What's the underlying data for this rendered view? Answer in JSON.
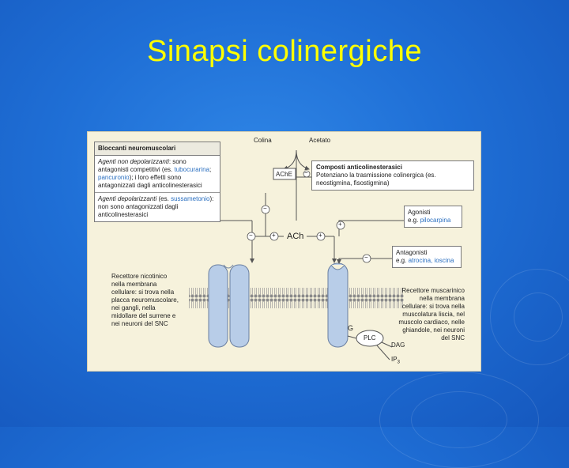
{
  "title": "Sinapsi colinergiche",
  "diagram": {
    "blockers": {
      "header": "Bloccanti neuromuscolari",
      "nondepol": {
        "prefix": "Agenti non depolarizzanti",
        "text1": ": sono antagonisti competitivi (es.",
        "drug1": "tubocurarina",
        "sep": ";",
        "drug2": "pancuronio",
        "text2": "); i loro effetti sono antagonizzati dagli anticolinesterasici"
      },
      "depol": {
        "prefix": "Agenti depolarizzanti",
        "text1": " (es.",
        "drug": "sussametonio",
        "text2": "): non sono antagonizzati dagli anticolinesterasici"
      }
    },
    "anticholinesterase": {
      "header": "Composti anticolinesterasici",
      "text": "Potenziano la trasmissione colinergica (es. neostigmina, fisostigmina)"
    },
    "agonists": {
      "title": "Agonisti",
      "prefix": "e.g.",
      "example": "pilocarpina"
    },
    "antagonists": {
      "title": "Antagonisti",
      "prefix": "e.g.",
      "example": "atrocina, ioscina"
    },
    "labels": {
      "colina": "Colina",
      "acetato": "Acetato",
      "ache": "AChE",
      "ach": "ACh",
      "g": "G",
      "plc": "PLC",
      "dag": "DAG",
      "ip3": "IP",
      "ip3_sub": "3",
      "minus": "−",
      "plus": "+"
    },
    "nicotinic_receptor": "Recettore nicotinico nella membrana cellulare: si trova nella placca neuromuscolare, nei gangli, nella midollare del surrene e nei neuroni del SNC",
    "muscarinic_receptor": "Recettore muscarinico nella membrana cellulare: si trova nella muscolatura liscia, nel muscolo cardiaco, nelle ghiandole, nei neuroni del SNC"
  },
  "colors": {
    "title": "#ffff00",
    "background": "#1f6fd6",
    "figure": "#f6f2dc",
    "receptor": "#b8cde8",
    "drug_text": "#2a6fc0"
  }
}
